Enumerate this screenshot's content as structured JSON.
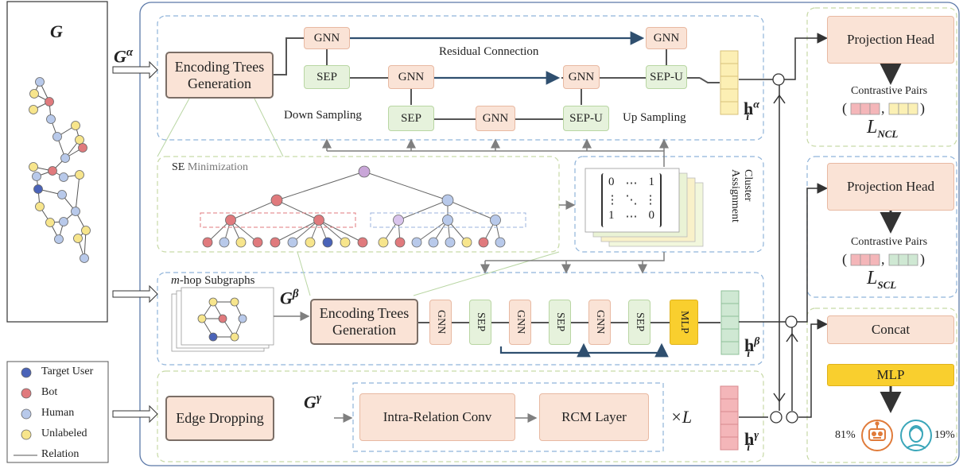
{
  "input_graph": {
    "label": "G"
  },
  "branch_labels": {
    "g_alpha": "G",
    "g_alpha_sup": "α",
    "g_beta": "G",
    "g_beta_sup": "β",
    "g_gamma": "G",
    "g_gamma_sup": "γ"
  },
  "alpha_branch": {
    "encoding": "Encoding Trees Generation",
    "gnn": "GNN",
    "sep": "SEP",
    "sep_u": "SEP-U",
    "residual": "Residual Connection",
    "down": "Down Sampling",
    "up": "Up Sampling",
    "h": "h",
    "h_sup": "α",
    "h_sub": "i"
  },
  "se": {
    "label_prefix": "SE",
    "label_suffix": " Minimization"
  },
  "cluster": {
    "title_line1": "Cluster",
    "title_line2": "Assignment",
    "matrix": [
      [
        "0",
        "⋯",
        "1"
      ],
      [
        "⋮",
        "⋱",
        "⋮"
      ],
      [
        "1",
        "⋯",
        "0"
      ]
    ]
  },
  "beta_branch": {
    "subgraph_title_m": "m",
    "subgraph_title_rest": "-hop Subgraphs",
    "encoding": "Encoding Trees Generation",
    "gnn": "GNN",
    "sep": "SEP",
    "mlp": "MLP",
    "h": "h",
    "h_sup": "β",
    "h_sub": "i"
  },
  "gamma_branch": {
    "edge_dropping": "Edge Dropping",
    "conv": "Intra-Relation Conv",
    "rcm": "RCM Layer",
    "times_l": "×L",
    "h": "h",
    "h_sup": "γ",
    "h_sub": "i"
  },
  "right_panels": {
    "ncl": {
      "head": "Projection Head",
      "pairs": "Contrastive Pairs",
      "loss": "L",
      "loss_sub": "NCL",
      "pair_colors": [
        "#f4b6b9",
        "#fbf0b4"
      ]
    },
    "scl": {
      "head": "Projection Head",
      "pairs": "Contrastive Pairs",
      "loss": "L",
      "loss_sub": "SCL",
      "pair_colors": [
        "#f4b6b9",
        "#cfe8d3"
      ]
    },
    "out": {
      "concat": "Concat",
      "mlp": "MLP",
      "bot_pct": "81%",
      "human_pct": "19%"
    }
  },
  "legend": {
    "items": [
      {
        "label": "Target User",
        "color": "#4a63b8"
      },
      {
        "label": "Bot",
        "color": "#e07a7d"
      },
      {
        "label": "Human",
        "color": "#b8c9ea"
      },
      {
        "label": "Unlabeled",
        "color": "#f7e58c"
      }
    ],
    "relation": "Relation"
  },
  "colors": {
    "peach": "#fae3d6",
    "green": "#e6f2dc",
    "yellow": "#f9cf2e",
    "arrow": "#7f7f7f",
    "dark": "#2f4f6f",
    "dash_blue": "#8fb3d9",
    "dash_green": "#c7d9a6"
  }
}
